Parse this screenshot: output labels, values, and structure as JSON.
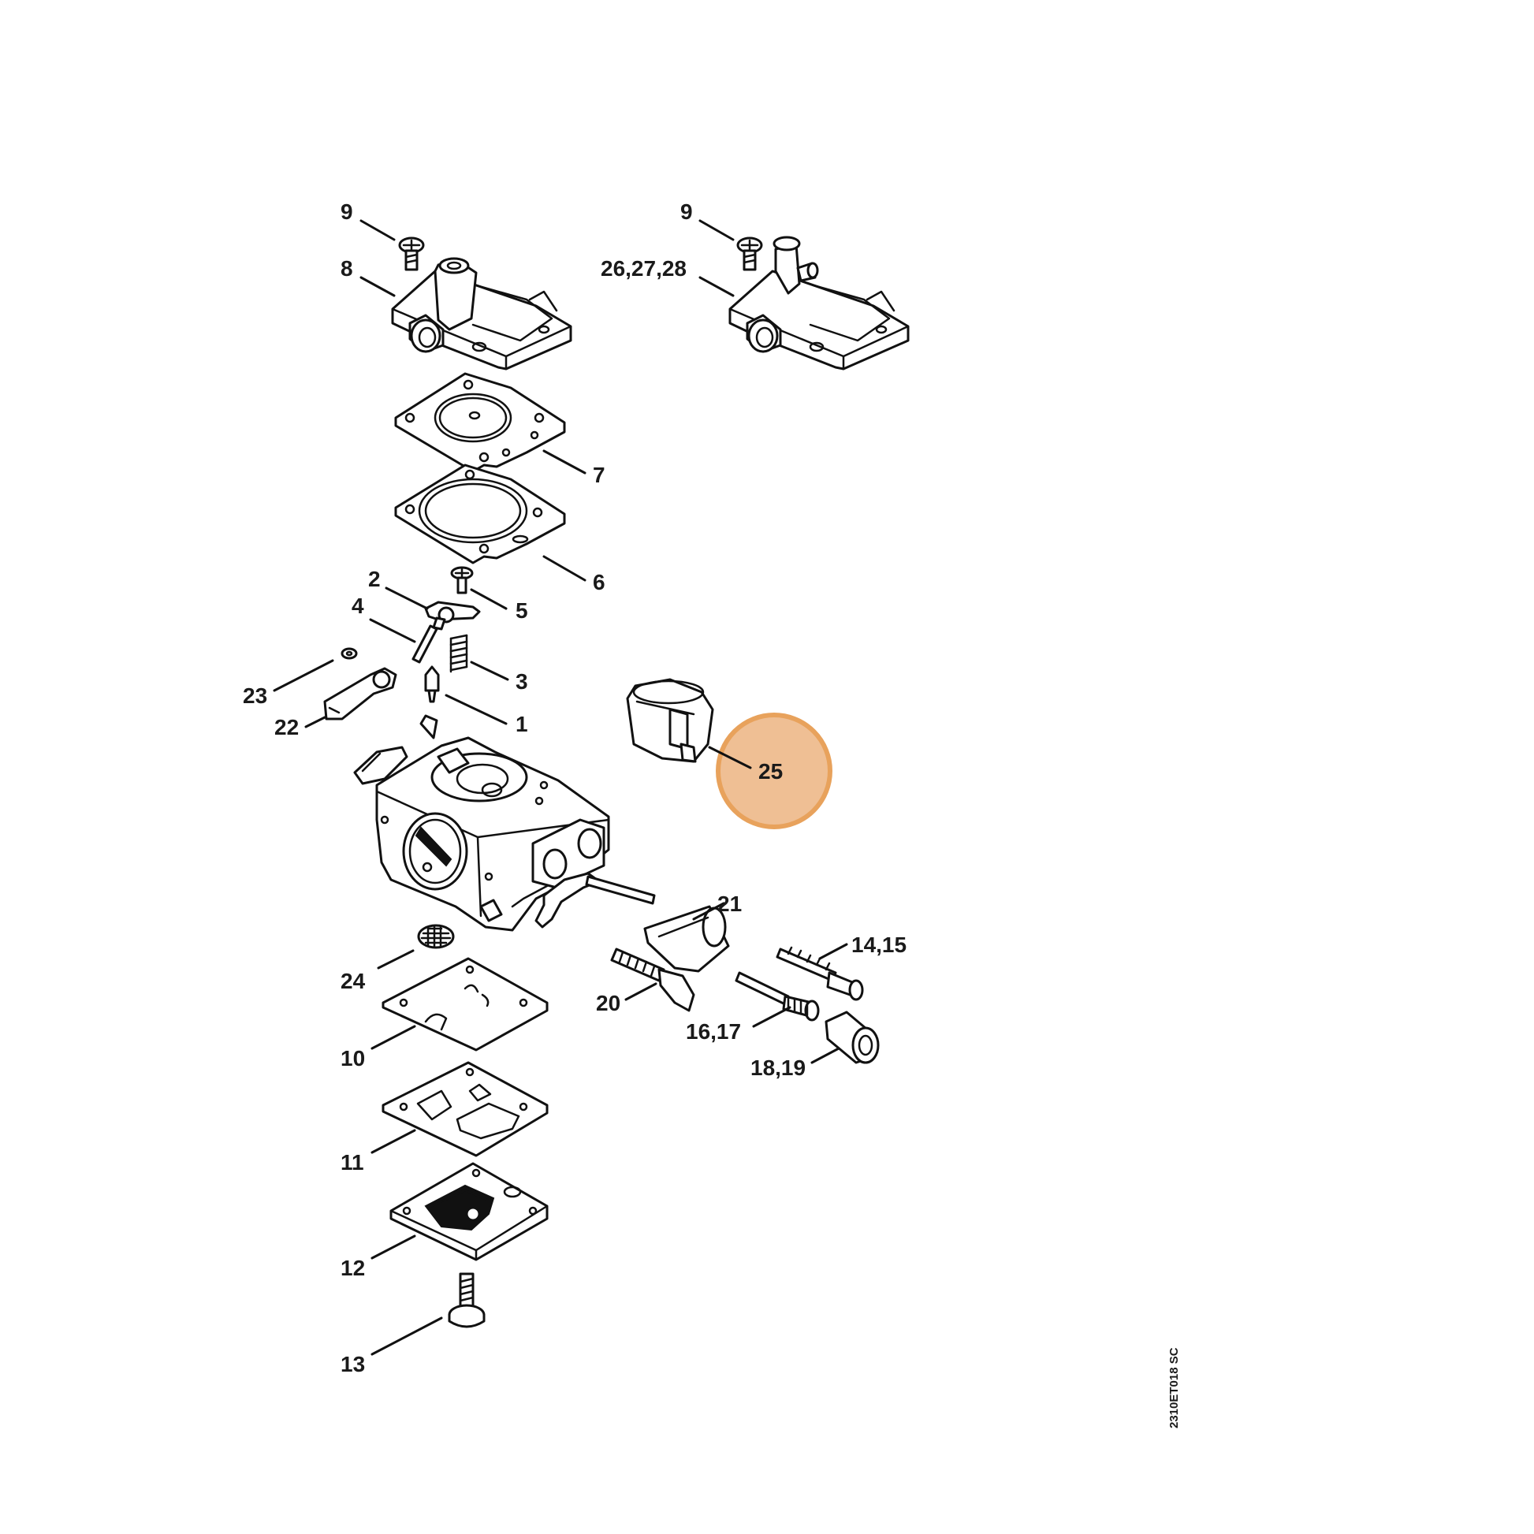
{
  "diagram": {
    "drawing_number": "2310ET018 SC",
    "highlight_color": "#e8a25c",
    "highlight_fill": "#efbf94",
    "highlighted_part": "25",
    "callouts": [
      "9",
      "8",
      "9",
      "26,27,28",
      "7",
      "6",
      "2",
      "5",
      "4",
      "3",
      "23",
      "1",
      "22",
      "25",
      "21",
      "14,15",
      "24",
      "20",
      "16,17",
      "10",
      "18,19",
      "11",
      "12",
      "13"
    ]
  }
}
